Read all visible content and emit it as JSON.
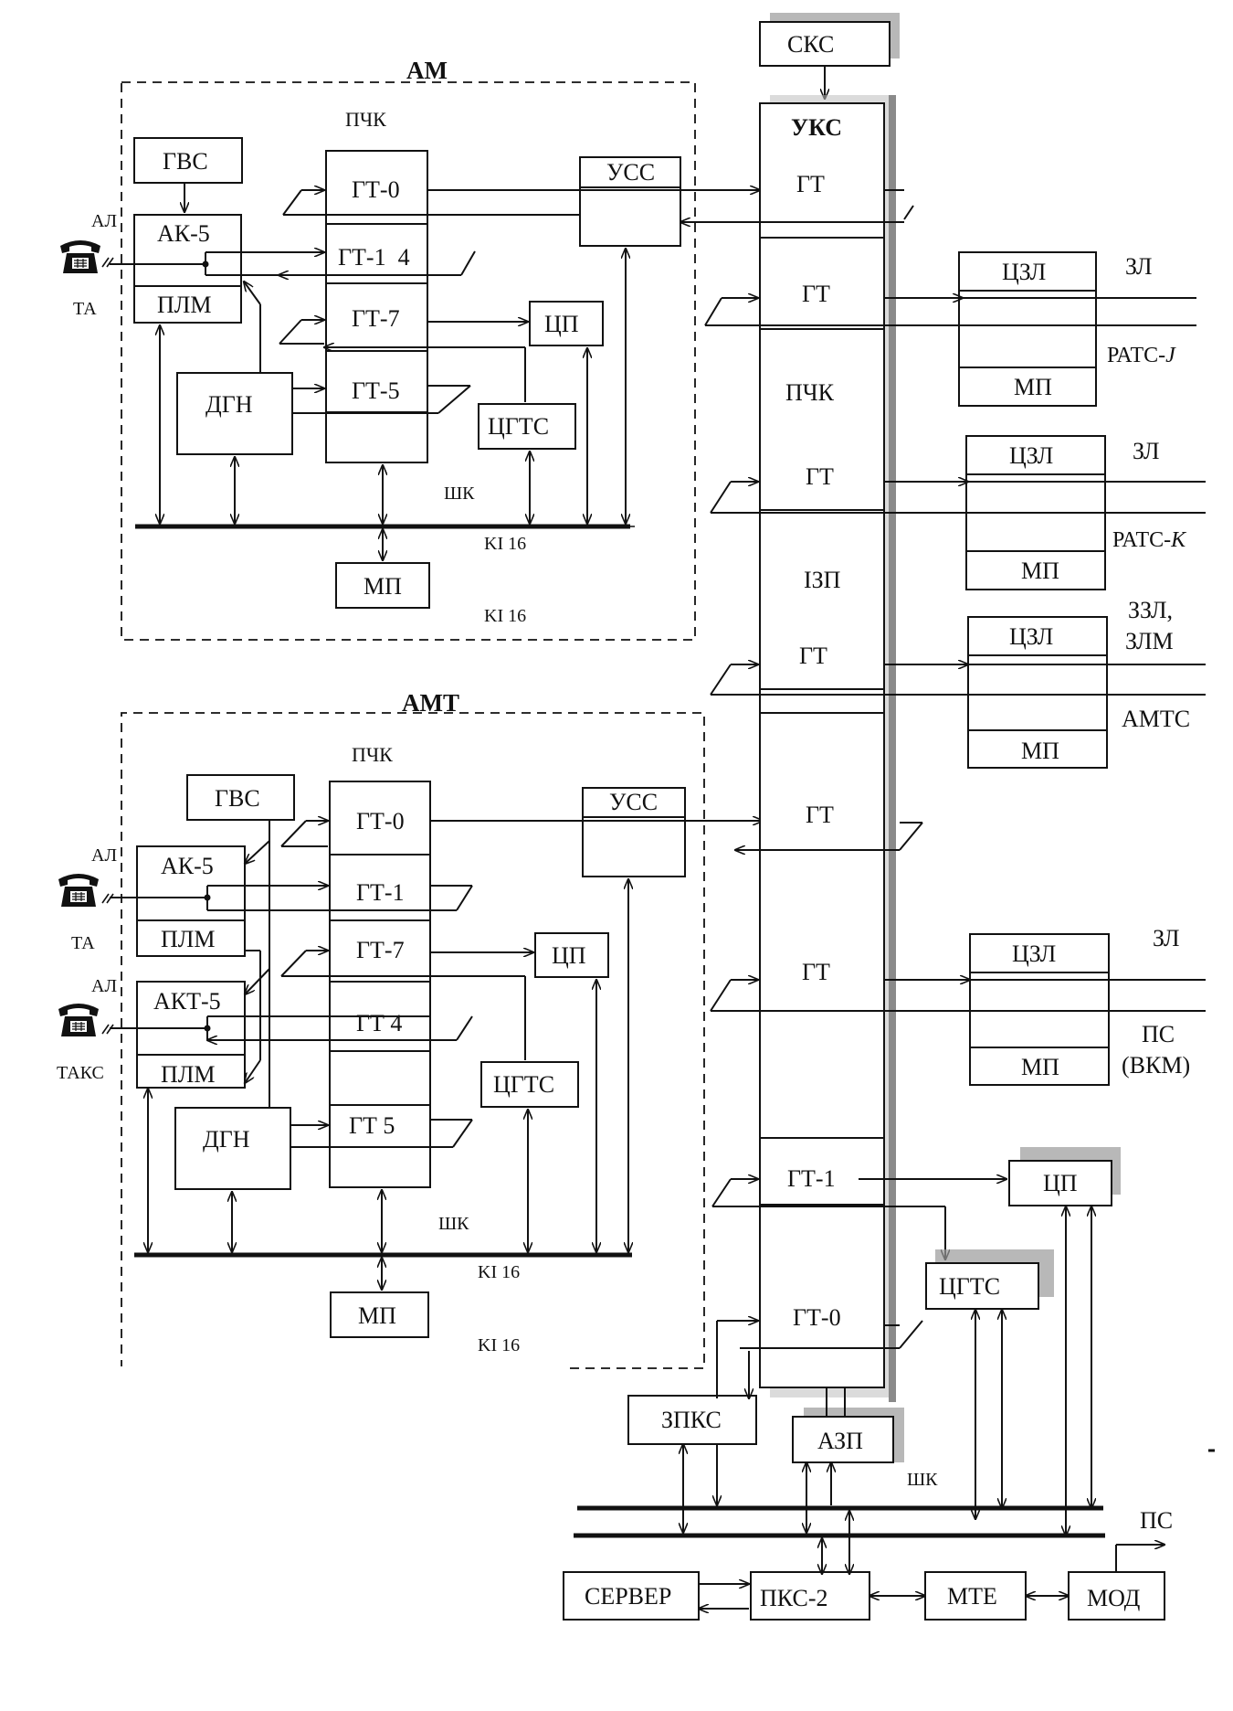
{
  "am": {
    "title": "АМ",
    "pchk": "ПЧК",
    "gvs": "ГВС",
    "ak": "АК-5",
    "plm": "ПЛМ",
    "al": "АЛ",
    "ta": "ТА",
    "dgn": "ДГН",
    "gt0": "ГТ-0",
    "gt1": "ГТ-1  4",
    "gt7": "ГТ-7",
    "gt5": "ГТ-5",
    "uss": "УСС",
    "cp": "ЦП",
    "cgts": "ЦГТС",
    "shk": "ШК",
    "ki16a": "KI 16",
    "mp": "МП",
    "ki16b": "KI 16"
  },
  "amt": {
    "title": "АМТ",
    "pchk": "ПЧК",
    "gvs": "ГВС",
    "ak": "АК-5",
    "plm1": "ПЛМ",
    "al1": "АЛ",
    "ta": "ТА",
    "akt": "АКТ-5",
    "plm2": "ПЛМ",
    "al2": "АЛ",
    "taks": "ТАКС",
    "dgn": "ДГН",
    "gt0": "ГТ-0",
    "gt1": "ГТ-1",
    "gt7": "ГТ-7",
    "gt4": "ГТ 4",
    "gt5": "ГТ 5",
    "uss": "УСС",
    "cp": "ЦП",
    "cgts": "ЦГТС",
    "shk": "ШК",
    "ki16a": "KI 16",
    "mp": "МП",
    "ki16b": "KI 16"
  },
  "center": {
    "sks": "СКС",
    "uks": "УКС",
    "gt_a": "ГТ",
    "gt_b": "ГТ",
    "pchk": "ПЧК",
    "gt_c": "ГТ",
    "izp": "ІЗП",
    "gt_d": "ГТ",
    "gt_e": "ГТ",
    "gt_f": "ГТ",
    "gt1": "ГТ-1",
    "gt0": "ГТ-0"
  },
  "right": {
    "czl1": "ЦЗЛ",
    "mp1": "МП",
    "zl1": "ЗЛ",
    "rats_j_prefix": "РАТС-",
    "rats_j_suffix": "J",
    "czl2": "ЦЗЛ",
    "mp2": "МП",
    "zl2": "ЗЛ",
    "rats_k_prefix": "РАТС-",
    "rats_k_suffix": "К",
    "czl3": "ЦЗЛ",
    "mp3": "МП",
    "zzl_a": "ЗЗЛ,",
    "zzl_b": "ЗЛМ",
    "amts": "АМТС",
    "czl4": "ЦЗЛ",
    "mp4": "МП",
    "zl4": "ЗЛ",
    "ps_a": "ПС",
    "ps_b": "(ВКМ)",
    "cp": "ЦП",
    "cgts": "ЦГТС"
  },
  "bottom": {
    "zpks": "ЗПКС",
    "azp": "АЗП",
    "shk": "ШК",
    "server": "СЕРВЕР",
    "pks2": "ПКС-2",
    "mte": "МТЕ",
    "mod": "МОД",
    "ps": "ПС"
  }
}
